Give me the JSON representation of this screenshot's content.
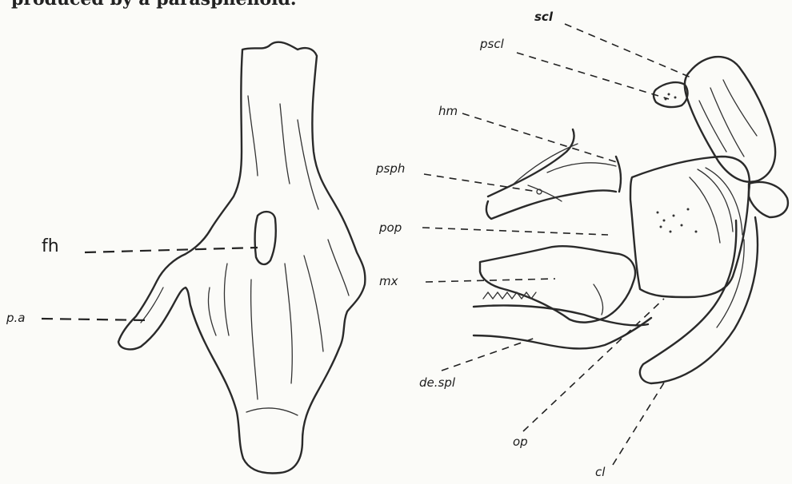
{
  "caption": "produced by a parasphenoid.",
  "left_figure": {
    "labels": {
      "fh": "fh",
      "pa": "p.a"
    }
  },
  "right_figure": {
    "labels": {
      "scl": "scl",
      "pscl": "pscl",
      "hm": "hm",
      "psph": "psph",
      "pop": "pop",
      "mx": "mx",
      "despl": "de.spl",
      "op": "op",
      "cl": "cl"
    }
  }
}
